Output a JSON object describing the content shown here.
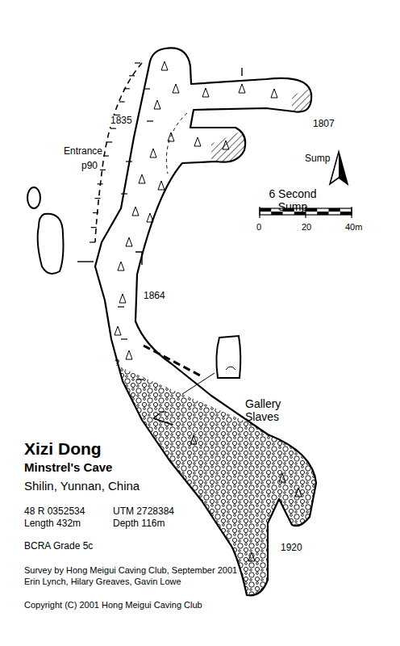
{
  "diagram": {
    "title": "Xizi Dong",
    "labels": [
      "Minstrel's Cave",
      "Shilin, Yunnan, China",
      "48 R 0352534",
      "UTM 2728384",
      "Length 432m",
      "Depth 116m",
      "BCRA Grade 5c",
      "Survey by Hong Meigui Caving Club, September 2001",
      "Erin Lynch, Hilary Greaves, Gavin Lowe",
      "Copyright (C) 2001 Hong Meigui Caving Club",
      "1835",
      "Entrance",
      "p90",
      "1807",
      "Sump",
      "6 Second Sump",
      "1864",
      "0",
      "20",
      "40m",
      "?",
      "Gallery Slaves",
      "1920"
    ]
  }
}
